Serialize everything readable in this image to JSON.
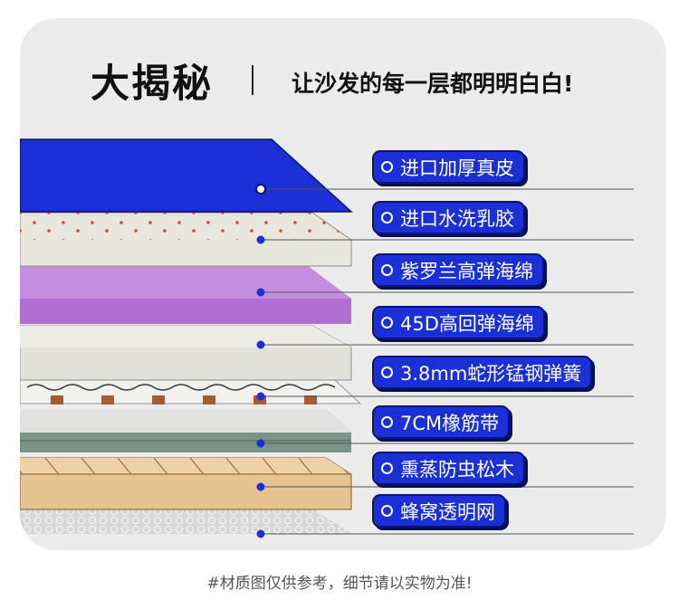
{
  "header": {
    "title": "大揭秘",
    "subtitle": "让沙发的每一层都明明白白!"
  },
  "layers": [
    {
      "label": "进口加厚真皮",
      "color": "#1a2fd6"
    },
    {
      "label": "进口水洗乳胶",
      "color": "#e9e6dc"
    },
    {
      "label": "紫罗兰高弹海绵",
      "color": "#b16fd4"
    },
    {
      "label": "45D高回弹海绵",
      "color": "#e2e1d8"
    },
    {
      "label": "3.8mm蛇形锰钢弹簧",
      "color": "#a85a32"
    },
    {
      "label": "7CM橡筋带",
      "color": "#7a9488"
    },
    {
      "label": "熏蒸防虫松木",
      "color": "#e0bb86"
    },
    {
      "label": "蜂窝透明网",
      "color": "#d9d9d9"
    }
  ],
  "footnote": "#材质图仅供参考，细节请以实物为准!"
}
